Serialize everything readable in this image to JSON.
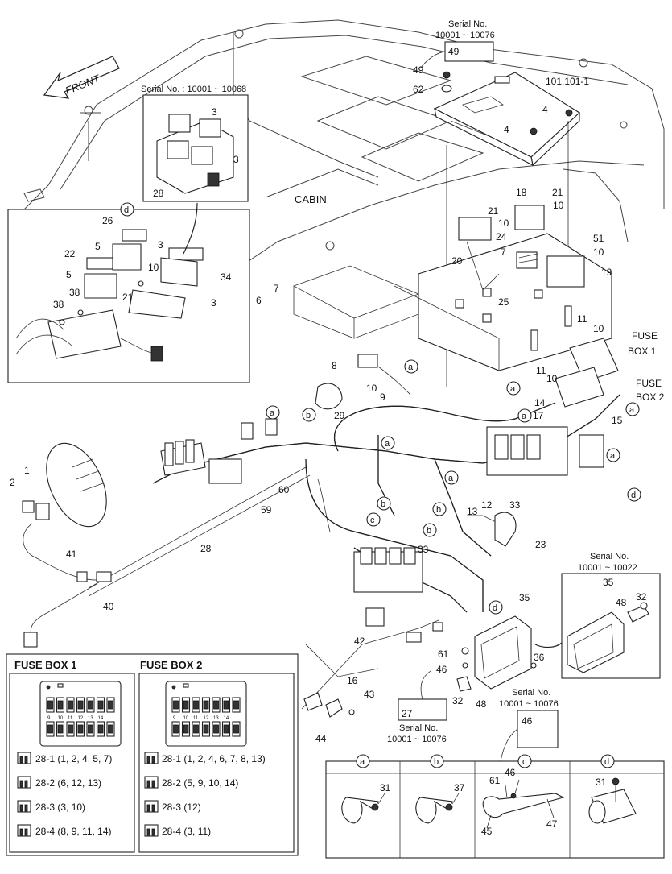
{
  "direction_label": "FRONT",
  "cabin_label": "CABIN",
  "fuse_box_1_label": "FUSE\nBOX 1",
  "fuse_box_2_label": "FUSE\nBOX 2",
  "serials": {
    "top": [
      "Serial No.",
      "10001 ~ 10076"
    ],
    "relay_inset": "Serial No. : 10001 ~ 10068",
    "bracket_inset": [
      "Serial No.",
      "10001 ~ 10022"
    ],
    "bottom_27": [
      "Serial No.",
      "10001 ~ 10076"
    ],
    "bottom_46": [
      "Serial No.",
      "10001 ~ 10076"
    ]
  },
  "callouts": [
    "1",
    "2",
    "3",
    "4",
    "5",
    "6",
    "7",
    "8",
    "9",
    "10",
    "11",
    "12",
    "13",
    "14",
    "15",
    "16",
    "17",
    "18",
    "19",
    "20",
    "21",
    "22",
    "23",
    "24",
    "25",
    "26",
    "27",
    "28",
    "29",
    "31",
    "32",
    "33",
    "34",
    "35",
    "36",
    "37",
    "38",
    "40",
    "41",
    "42",
    "43",
    "44",
    "45",
    "46",
    "47",
    "48",
    "49",
    "51",
    "59",
    "60",
    "61",
    "62",
    "101,101-1"
  ],
  "detail_letters": [
    "a",
    "b",
    "c",
    "d"
  ],
  "fuse_box_1": {
    "title": "FUSE BOX 1",
    "numbers": [
      "9",
      "10",
      "11",
      "12",
      "13",
      "14"
    ],
    "legend": [
      "28-1 (1, 2, 4, 5, 7)",
      "28-2 (6, 12, 13)",
      "28-3 (3, 10)",
      "28-4 (8, 9, 11, 14)"
    ]
  },
  "fuse_box_2": {
    "title": "FUSE BOX 2",
    "numbers": [
      "9",
      "10",
      "11",
      "12",
      "13",
      "14"
    ],
    "legend": [
      "28-1 (1, 2, 4, 6, 7, 8, 13)",
      "28-2 (5, 9, 10, 14)",
      "28-3 (12)",
      "28-4 (3, 11)"
    ]
  },
  "detail_boxes": [
    {
      "letter": "a",
      "parts": [
        "31"
      ]
    },
    {
      "letter": "b",
      "parts": [
        "37"
      ]
    },
    {
      "letter": "c",
      "parts": [
        "61",
        "46",
        "45",
        "47"
      ]
    },
    {
      "letter": "d",
      "parts": [
        "31"
      ]
    }
  ]
}
